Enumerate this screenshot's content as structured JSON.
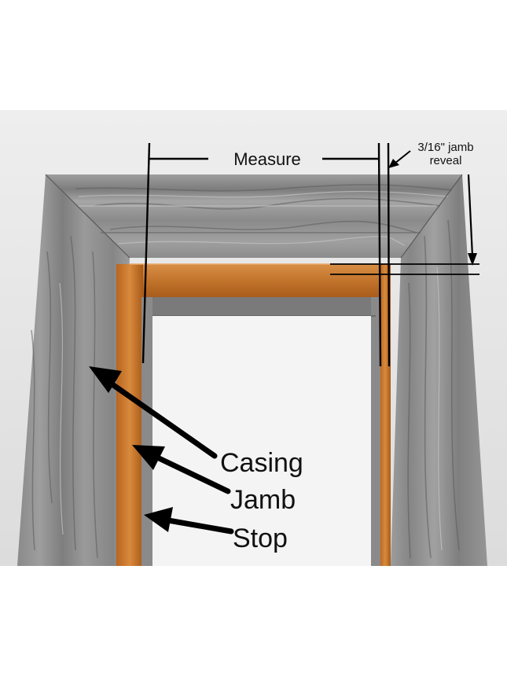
{
  "labels": {
    "measure": "Measure",
    "reveal_line1": "3/16\" jamb",
    "reveal_line2": "reveal",
    "casing": "Casing",
    "jamb": "Jamb",
    "stop": "Stop"
  },
  "colors": {
    "background": "#ffffff",
    "wall": "#e6e6e6",
    "casing_wood": "#8e8e8e",
    "casing_light": "#a9a9a9",
    "casing_dark": "#6a6a6a",
    "jamb_wood": "#c9782e",
    "jamb_dark": "#9c5619",
    "stop_wood": "#7c7c7c",
    "opening": "#f3f3f3",
    "ink": "#000000"
  }
}
